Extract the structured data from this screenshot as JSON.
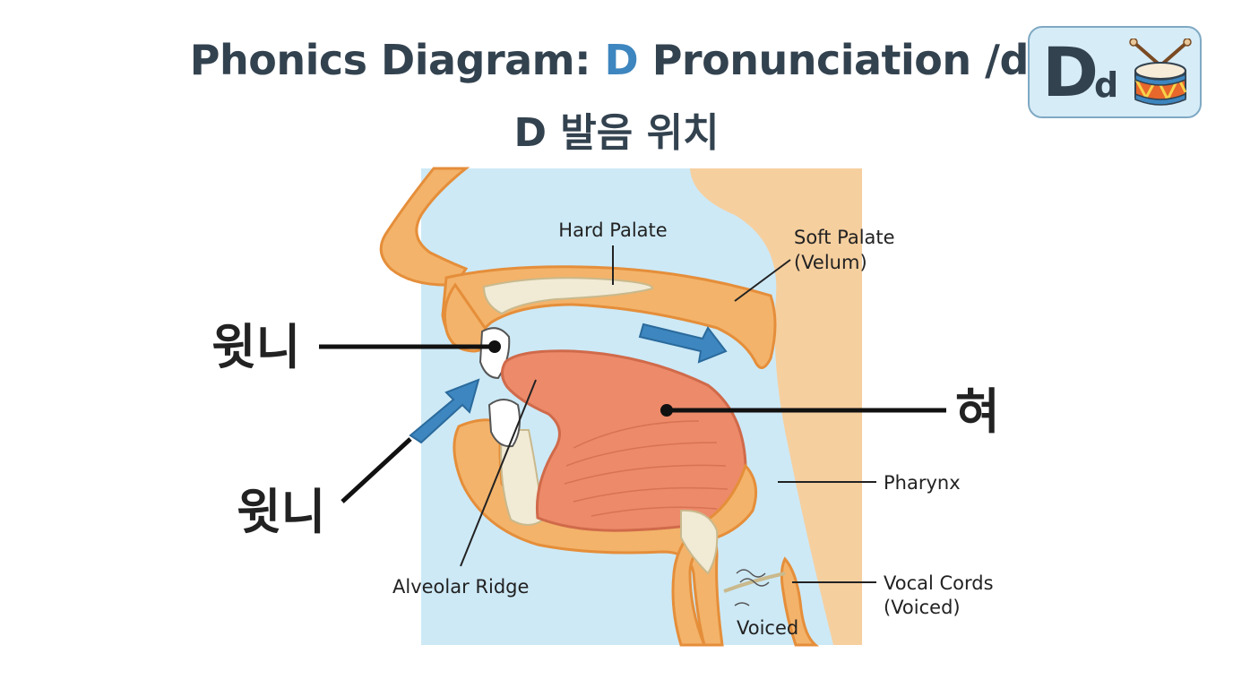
{
  "title": {
    "prefix": "Phonics Diagram: ",
    "letter": "D",
    "suffix": " Pronunciation /d/"
  },
  "subtitle": "D 발음 위치",
  "badge": {
    "upper": "D",
    "lower": "d",
    "icon": "drum-icon"
  },
  "labels": {
    "hard_palate": "Hard Palate",
    "soft_palate_line1": "Soft Palate",
    "soft_palate_line2": "(Velum)",
    "upper_teeth": "윗니",
    "lower_teeth": "윗니",
    "tongue": "혀",
    "pharynx": "Pharynx",
    "alveolar_ridge": "Alveolar Ridge",
    "vocal_cords_line1": "Vocal Cords",
    "vocal_cords_line2": "(Voiced)",
    "voiced": "Voiced"
  },
  "colors": {
    "title_text": "#33424f",
    "title_letter": "#3e86bf",
    "airway": "#cde9f6",
    "tissue": "#f3b36a",
    "skin": "#f6cf9f",
    "tongue": "#ec8a6a",
    "bone": "#f1ead5",
    "arrow": "#3e86bf"
  }
}
